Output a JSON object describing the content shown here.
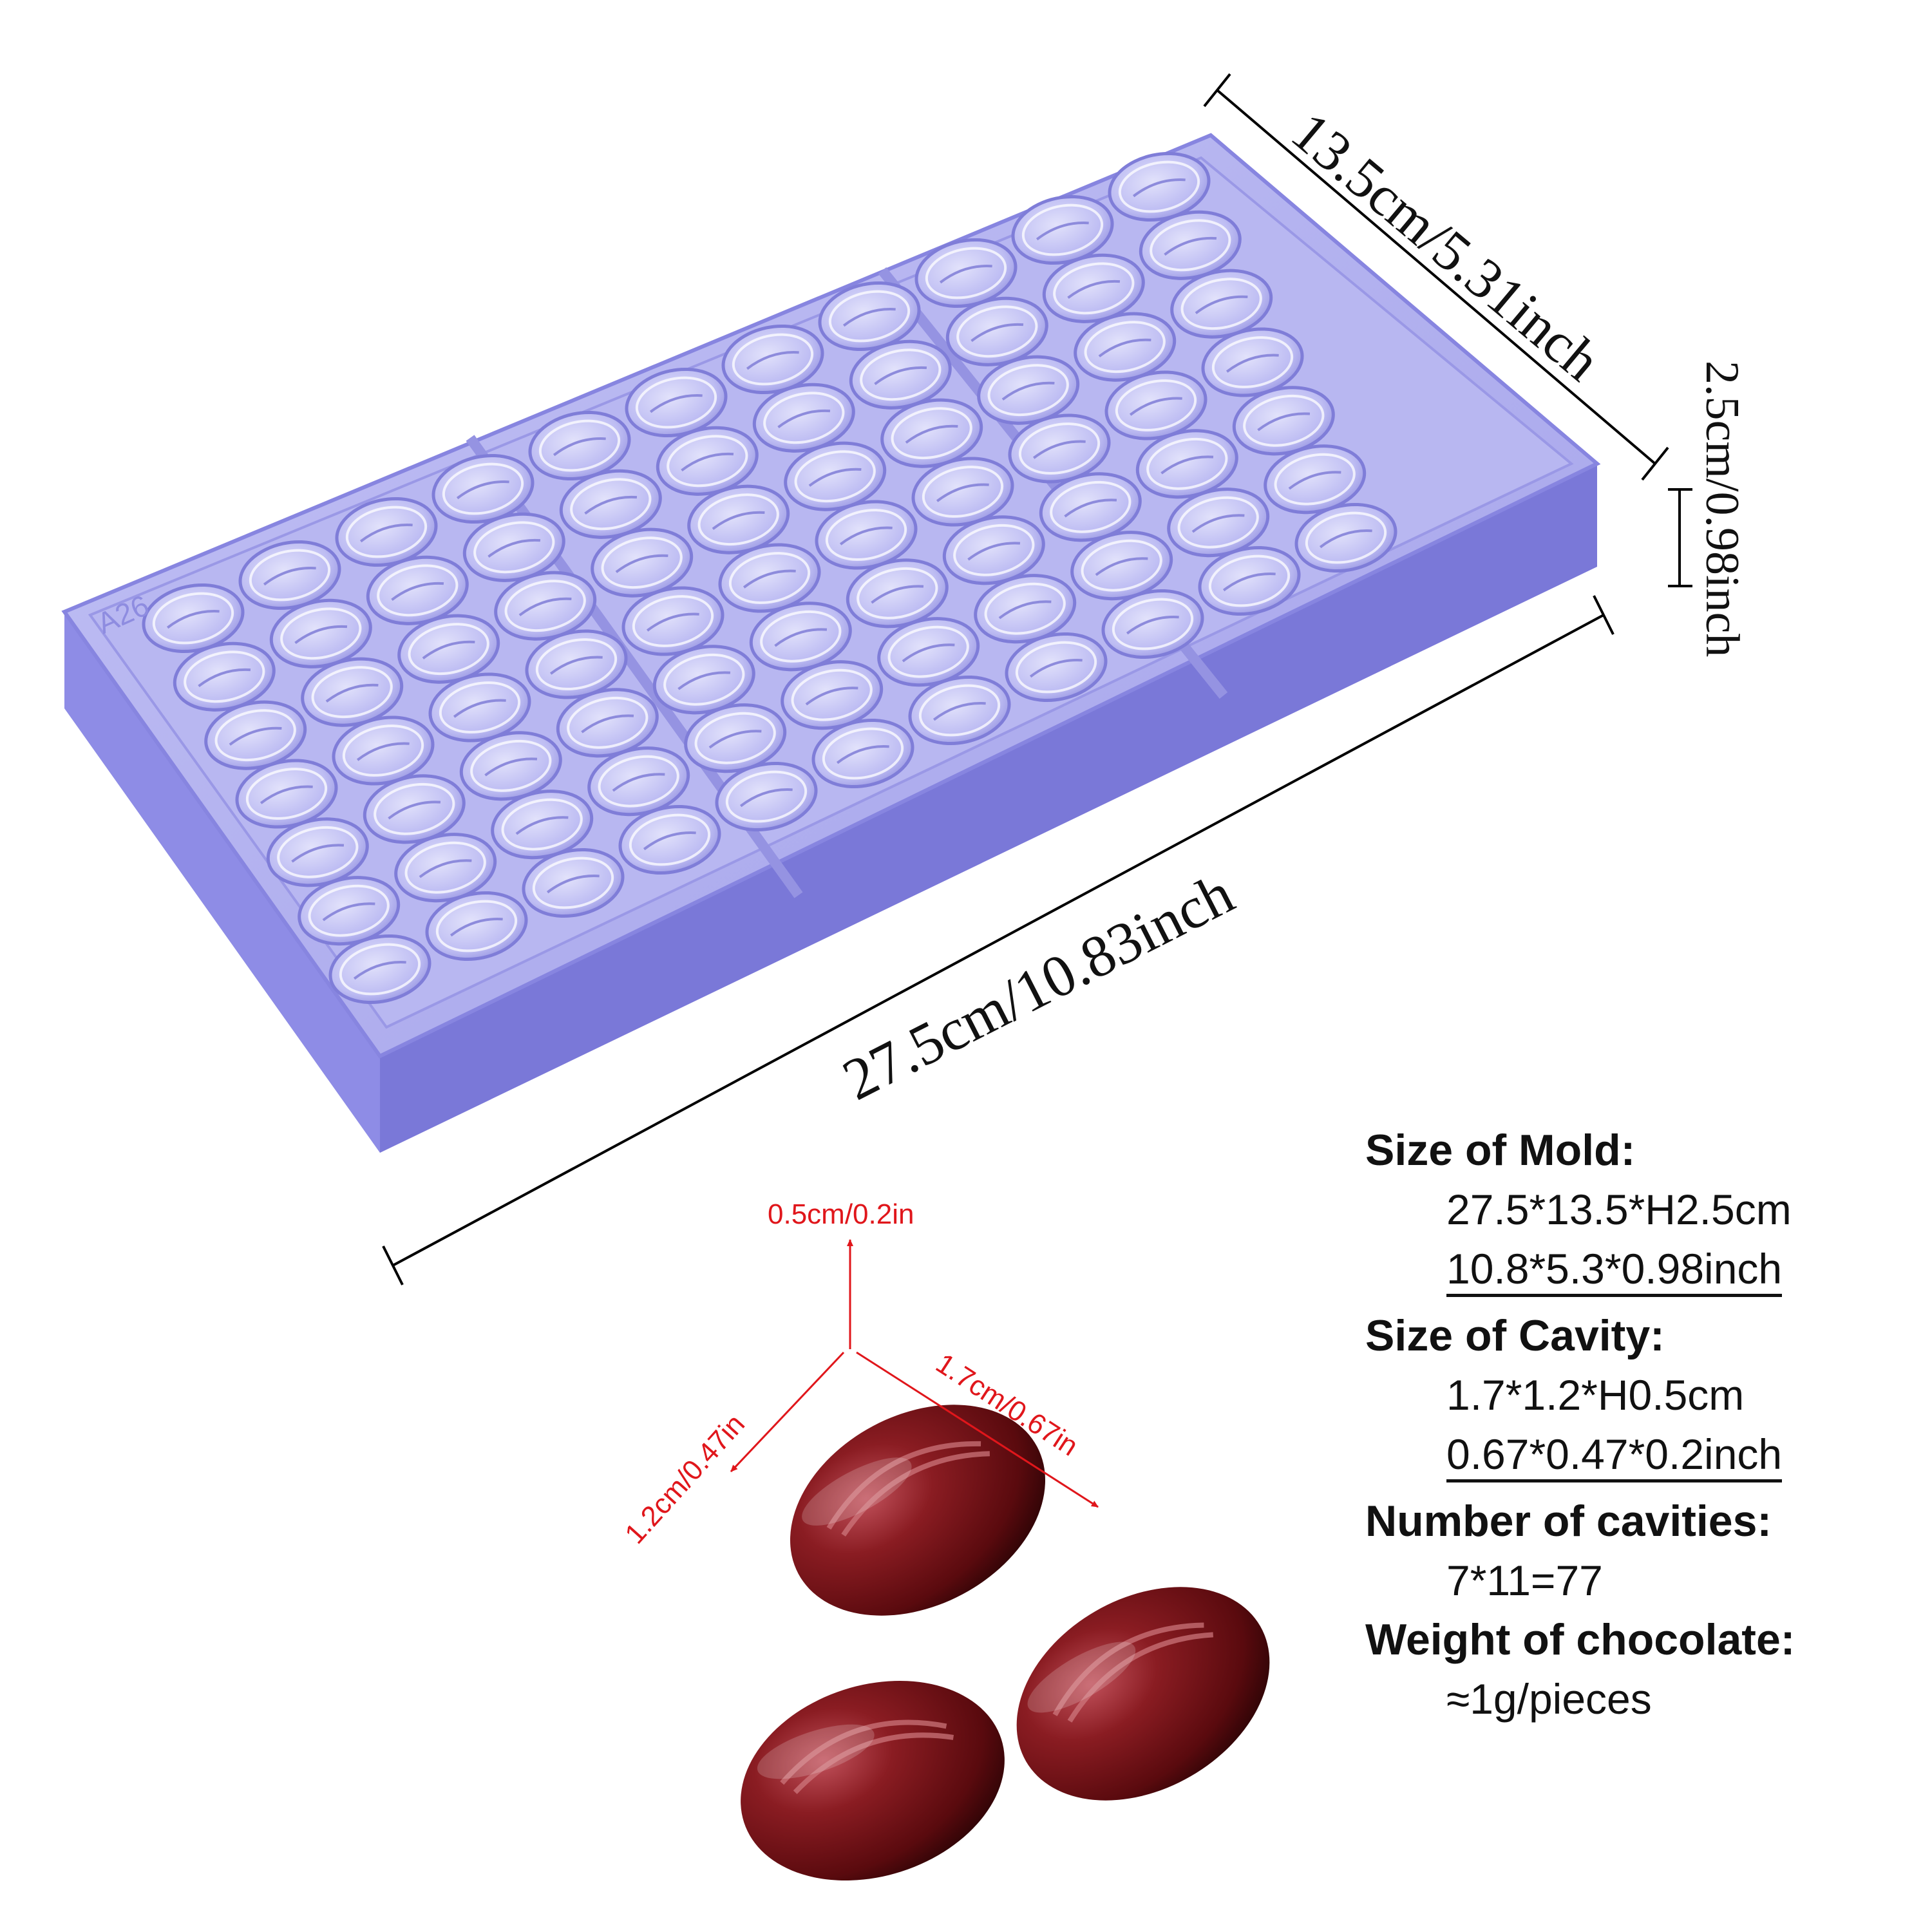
{
  "mold": {
    "code_mark": "A26",
    "colors": {
      "plastic": "#b4b3f0",
      "rim": "#8e8ce6",
      "edge": "#7a78d8",
      "cavity": "#c6c6f6"
    },
    "layout": {
      "rows": 7,
      "columns": 11,
      "sections": 3
    }
  },
  "dimensions": {
    "length": "27.5cm/10.83inch",
    "width": "13.5cm/5.31inch",
    "height": "2.5cm/0.98inch"
  },
  "chocolate": {
    "color": "#7a1418",
    "pieces": 3,
    "height_label": "0.5cm/0.2in",
    "width_label": "1.2cm/0.47in",
    "length_label": "1.7cm/0.67in"
  },
  "specs": {
    "mold_heading": "Size of Mold:",
    "mold_cm": "27.5*13.5*H2.5cm",
    "mold_inch": "10.8*5.3*0.98inch",
    "cavity_heading": "Size of Cavity:",
    "cavity_cm": "1.7*1.2*H0.5cm",
    "cavity_inch": "0.67*0.47*0.2inch",
    "count_heading": "Number of cavities:",
    "count_value": "7*11=77",
    "weight_heading": "Weight of chocolate:",
    "weight_value": "≈1g/pieces"
  }
}
